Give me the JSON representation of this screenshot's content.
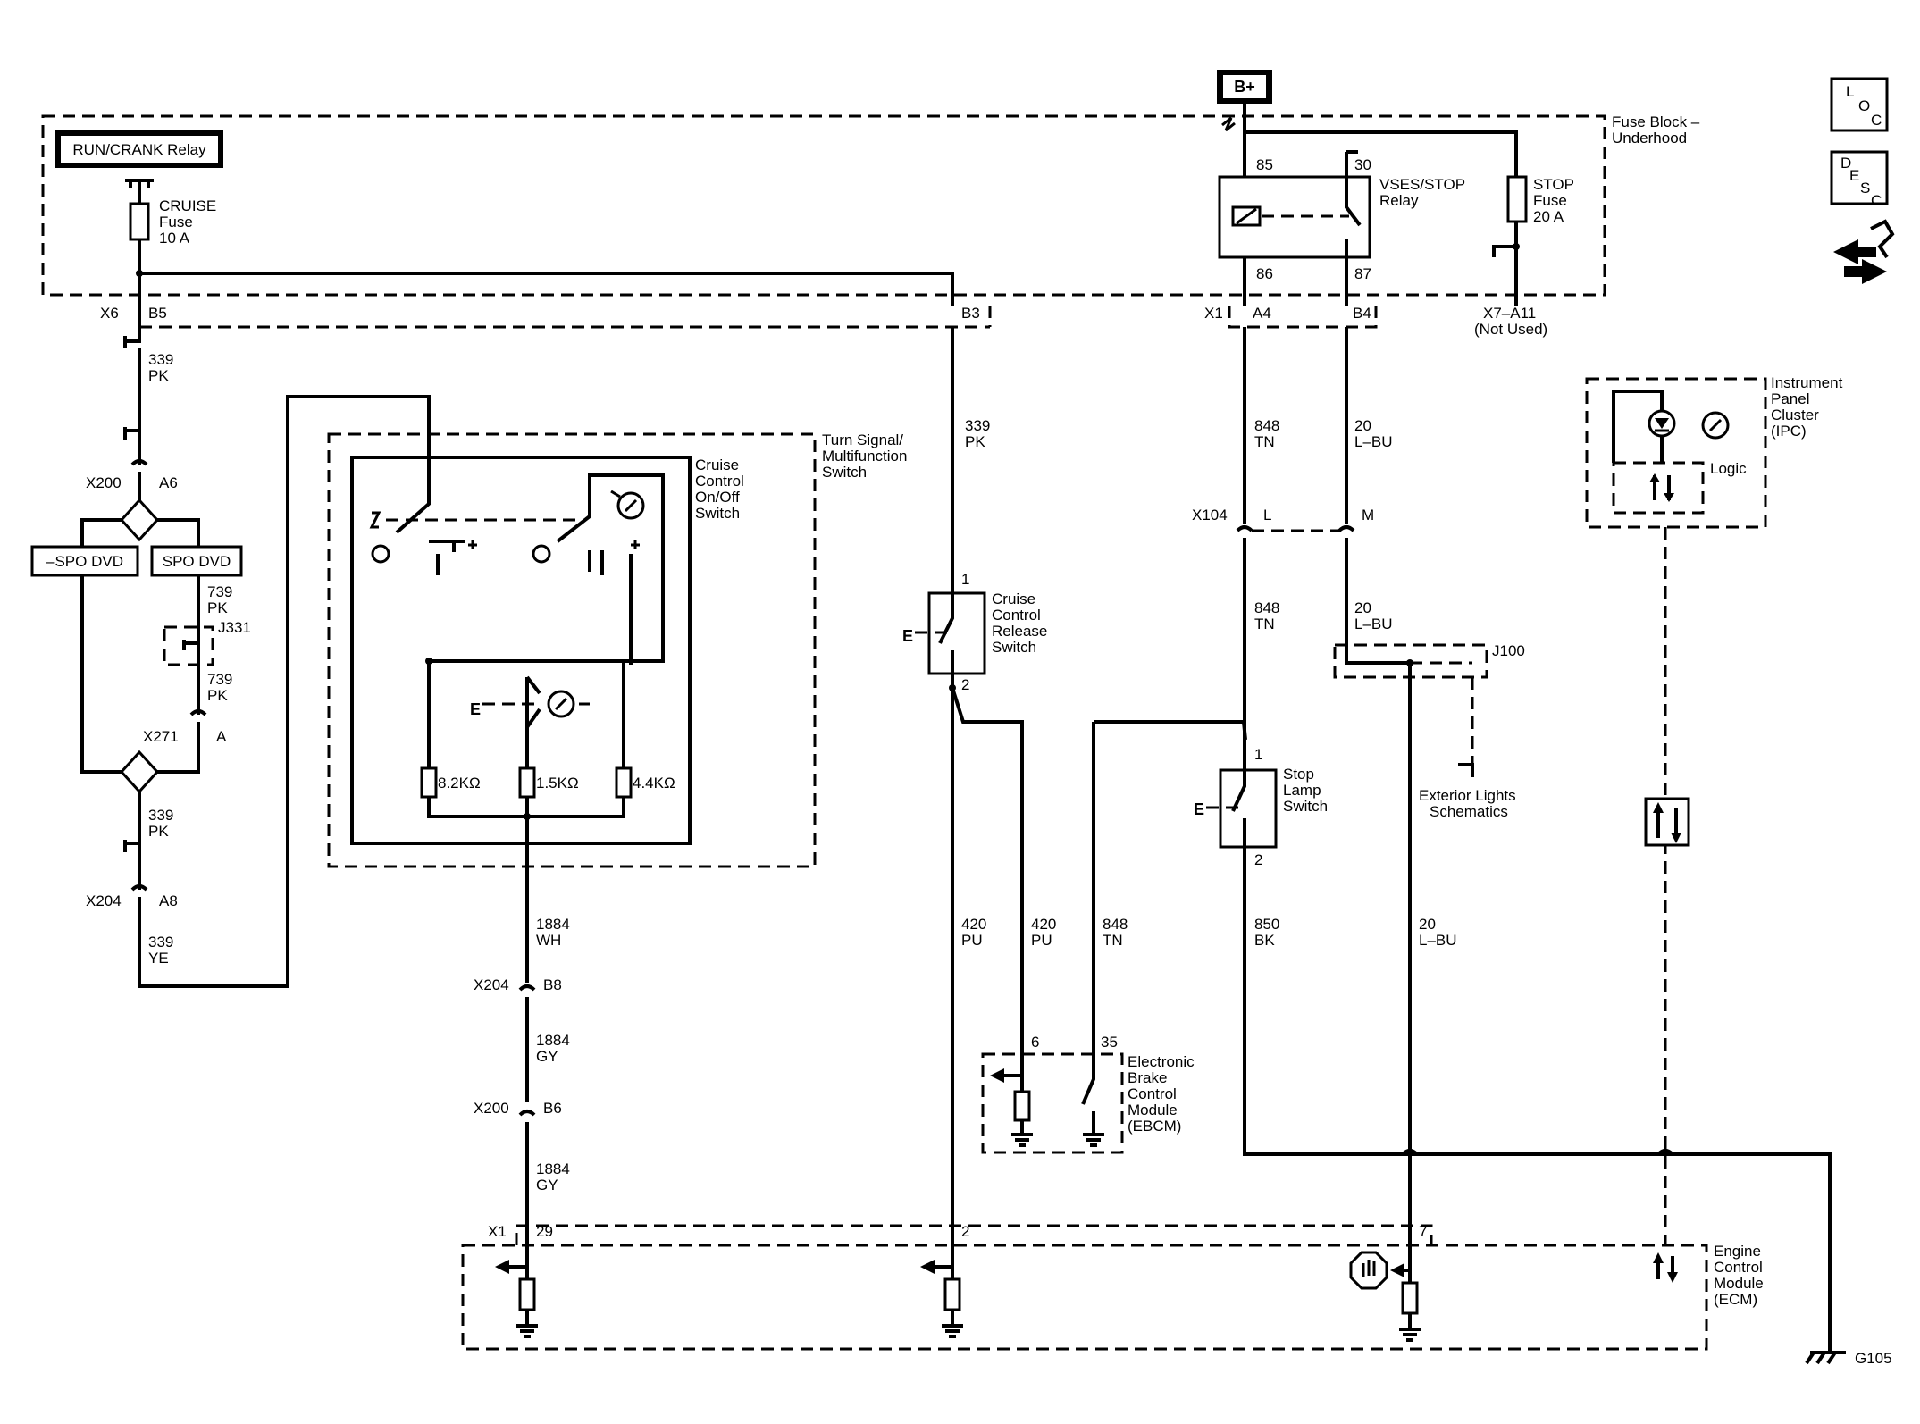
{
  "header": {
    "power_source": "B+",
    "run_crank_relay": "RUN/CRANK Relay"
  },
  "side_icons": {
    "loc": [
      "L",
      "O",
      "C"
    ],
    "desc": [
      "D",
      "E",
      "S",
      "C"
    ],
    "nav_icon": "arrows-hand-icon"
  },
  "fuse_block": {
    "title_1": "Fuse Block –",
    "title_2": "Underhood",
    "cruise_fuse": [
      "CRUISE",
      "Fuse",
      "10 A"
    ],
    "stop_fuse": [
      "STOP",
      "Fuse",
      "20 A"
    ],
    "relay": [
      "VSES/STOP",
      "Relay"
    ],
    "relay_pins": {
      "p85": "85",
      "p86": "86",
      "p30": "30",
      "p87": "87"
    },
    "connector_x6": "X6",
    "x6_pin": "B5",
    "b3_pin": "B3",
    "connector_x1": "X1",
    "x1_pins": [
      "A4",
      "B4"
    ],
    "x7": "X7–A11",
    "x7_note": "(Not Used)"
  },
  "wires": {
    "w339pk_top": [
      "339",
      "PK"
    ],
    "w339pk_right": [
      "339",
      "PK"
    ],
    "w739pk_a": [
      "739",
      "PK"
    ],
    "w739pk_b": [
      "739",
      "PK"
    ],
    "w339pk_mid": [
      "339",
      "PK"
    ],
    "w339ye": [
      "339",
      "YE"
    ],
    "w848tn_a": [
      "848",
      "TN"
    ],
    "w848tn_b": [
      "848",
      "TN"
    ],
    "w20lbu_a": [
      "20",
      "L–BU"
    ],
    "w20lbu_b": [
      "20",
      "L–BU"
    ],
    "w1884wh": [
      "1884",
      "WH"
    ],
    "w1884gy_a": [
      "1884",
      "GY"
    ],
    "w1884gy_b": [
      "1884",
      "GY"
    ],
    "w420pu_a": [
      "420",
      "PU"
    ],
    "w420pu_b": [
      "420",
      "PU"
    ],
    "w848tn_c": [
      "848",
      "TN"
    ],
    "w850bk": [
      "850",
      "BK"
    ],
    "w20lbu_c": [
      "20",
      "L–BU"
    ]
  },
  "connectors": {
    "x200_a6": [
      "X200",
      "A6"
    ],
    "spo_neg": "–SPO DVD",
    "spo": "SPO DVD",
    "j331": "J331",
    "x271": [
      "X271",
      "A"
    ],
    "x204_a8": [
      "X204",
      "A8"
    ],
    "x104": [
      "X104",
      "L",
      "M"
    ],
    "j100": "J100",
    "x204_b8": [
      "X204",
      "B8"
    ],
    "x200_b6": [
      "X200",
      "B6"
    ],
    "x1_bottom": "X1",
    "ecm_pins": [
      "29",
      "2",
      "7"
    ],
    "ebcm_pins": [
      "6",
      "35"
    ]
  },
  "turn_signal": {
    "title": [
      "Turn Signal/",
      "Multifunction",
      "Switch"
    ],
    "onoff": [
      "Cruise",
      "Control",
      "On/Off",
      "Switch"
    ],
    "resistors": [
      "8.2KΩ",
      "1.5KΩ",
      "4.4KΩ"
    ]
  },
  "release_switch": {
    "label": [
      "Cruise",
      "Control",
      "Release",
      "Switch"
    ],
    "pins": [
      "1",
      "2"
    ]
  },
  "stop_lamp": {
    "label": [
      "Stop",
      "Lamp",
      "Switch"
    ],
    "pins": [
      "1",
      "2"
    ]
  },
  "exterior": [
    "Exterior Lights",
    "Schematics"
  ],
  "ipc": {
    "label": [
      "Instrument",
      "Panel",
      "Cluster",
      "(IPC)"
    ],
    "logic": "Logic"
  },
  "ebcm": [
    "Electronic",
    "Brake",
    "Control",
    "Module",
    "(EBCM)"
  ],
  "ecm": [
    "Engine",
    "Control",
    "Module",
    "(ECM)"
  ],
  "ground": "G105"
}
